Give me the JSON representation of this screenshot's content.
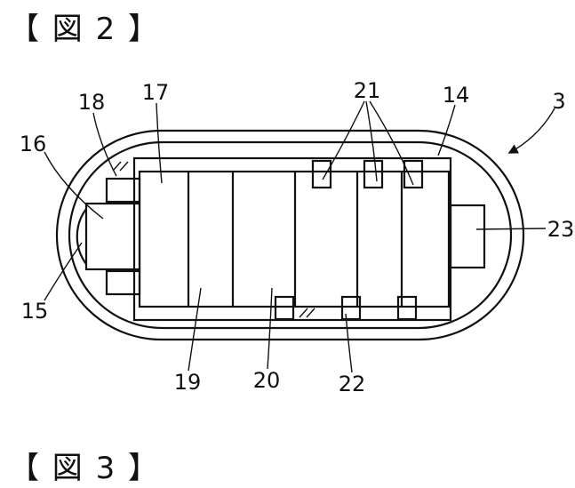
{
  "page": {
    "background": "#ffffff",
    "ink": "#111111"
  },
  "captions": {
    "figure2": "【 図 2 】",
    "figure3": "【 図 3 】"
  },
  "refs": {
    "r3": "3",
    "r14": "14",
    "r15": "15",
    "r16": "16",
    "r17": "17",
    "r18": "18",
    "r19": "19",
    "r20": "20",
    "r21": "21",
    "r22": "22",
    "r23": "23"
  }
}
